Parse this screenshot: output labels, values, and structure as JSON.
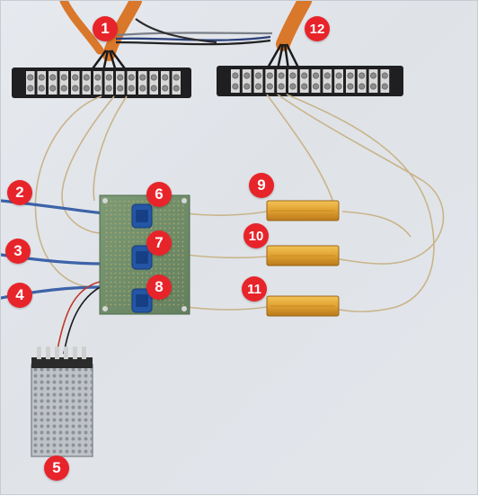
{
  "markers": [
    {
      "id": "1",
      "label": "1"
    },
    {
      "id": "2",
      "label": "2"
    },
    {
      "id": "3",
      "label": "3"
    },
    {
      "id": "4",
      "label": "4"
    },
    {
      "id": "5",
      "label": "5"
    },
    {
      "id": "6",
      "label": "6"
    },
    {
      "id": "7",
      "label": "7"
    },
    {
      "id": "8",
      "label": "8"
    },
    {
      "id": "9",
      "label": "9"
    },
    {
      "id": "10",
      "label": "10"
    },
    {
      "id": "11",
      "label": "11"
    },
    {
      "id": "12",
      "label": "12"
    }
  ],
  "colors": {
    "background": "#e3e6eb",
    "marker": "#e8242b",
    "wire_thin": "#c9b48a",
    "cable_blue": "#3d63a8",
    "cable_orange": "#d9772a",
    "pcb": "#6f8f6a",
    "sensor_blue": "#2456a6",
    "resistor_gold": "#e0a030",
    "terminal_block": "#1f1f22",
    "psu_metal": "#b9bdc2"
  }
}
